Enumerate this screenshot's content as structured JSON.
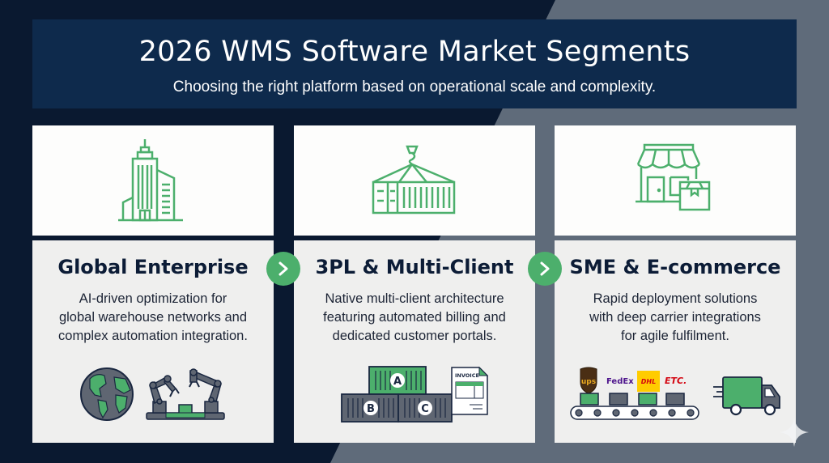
{
  "header": {
    "title": "2026 WMS Software Market Segments",
    "subtitle": "Choosing the right platform based on operational scale and complexity."
  },
  "colors": {
    "background_dark": "#0a1930",
    "background_slate": "#5f6b7a",
    "banner": "#0e2a4c",
    "accent_green": "#4caf6c",
    "icon_gray": "#5f6672",
    "heading_navy": "#0c1c36"
  },
  "segments": [
    {
      "heading": "Global Enterprise",
      "description": "AI-driven optimization for\nglobal warehouse networks and\ncomplex automation integration.",
      "top_icon": "skyscraper-icon",
      "illustration": [
        "globe-icon",
        "robotic-arms-icon"
      ]
    },
    {
      "heading": "3PL & Multi-Client",
      "description": "Native multi-client architecture\nfeaturing automated billing and\ndedicated customer portals.",
      "top_icon": "shipping-container-crane-icon",
      "illustration": [
        "stacked-containers-icon",
        "invoice-icon"
      ],
      "container_labels": [
        "A",
        "B",
        "C"
      ],
      "invoice_label": "INVOICE"
    },
    {
      "heading": "SME & E-commerce",
      "description": "Rapid deployment solutions\nwith deep carrier integrations\nfor agile fulfilment.",
      "top_icon": "storefront-package-icon",
      "illustration": [
        "conveyor-belt-icon",
        "delivery-truck-icon"
      ],
      "carriers": [
        "ups",
        "FedEx",
        "DHL",
        "ETC."
      ]
    }
  ],
  "arrows": [
    {
      "icon": "chevron-right-icon"
    },
    {
      "icon": "chevron-right-icon"
    }
  ]
}
